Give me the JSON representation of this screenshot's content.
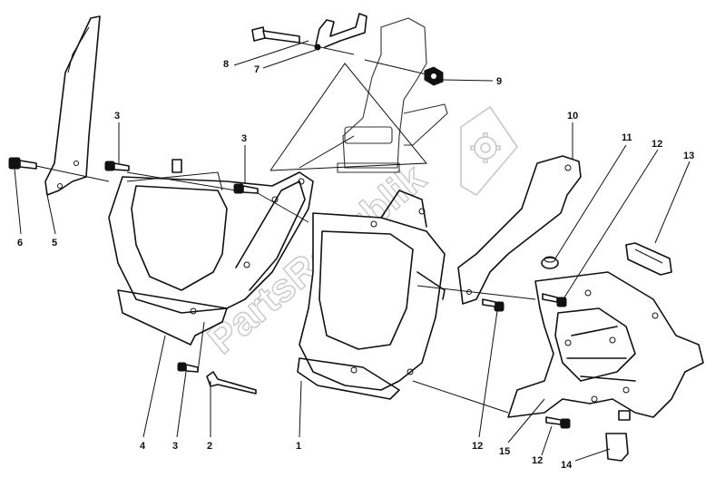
{
  "diagram": {
    "watermark_text": "PartsRepublik",
    "labels": {
      "l1": "1",
      "l2": "2",
      "l3a": "3",
      "l3b": "3",
      "l3c": "3",
      "l4": "4",
      "l5": "5",
      "l6": "6",
      "l7": "7",
      "l8": "8",
      "l9": "9",
      "l10": "10",
      "l11": "11",
      "l12a": "12",
      "l12b": "12",
      "l12c": "12",
      "l13": "13",
      "l14": "14",
      "l15": "15"
    },
    "colors": {
      "line": "#111111",
      "watermark": "#c8c8c8",
      "background": "#ffffff"
    }
  }
}
